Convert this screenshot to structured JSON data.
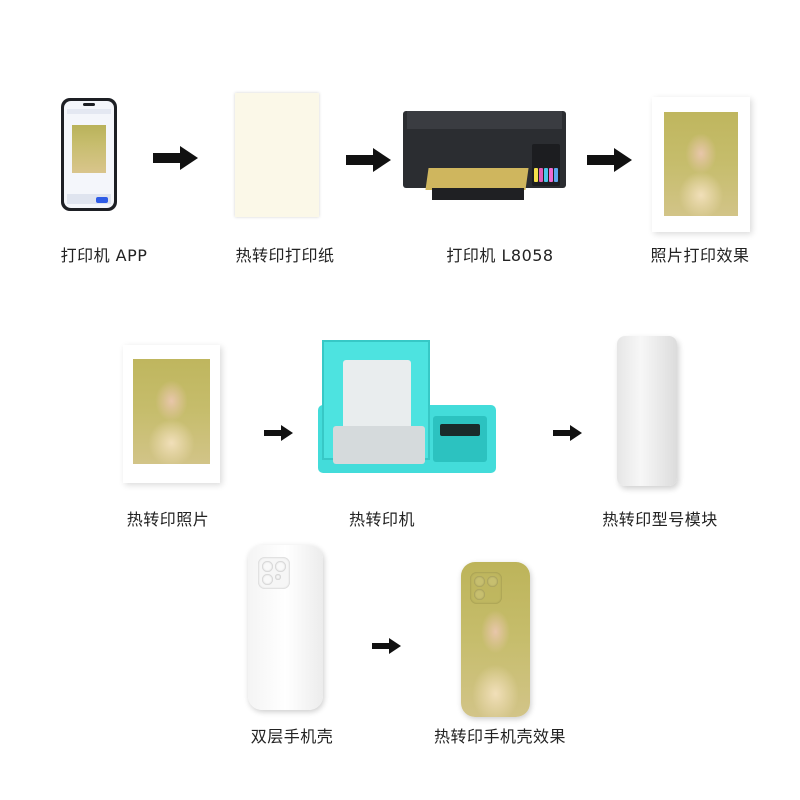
{
  "steps": {
    "row1": [
      {
        "label": "打印机 APP",
        "icon": "phone-app"
      },
      {
        "label": "热转印打印纸",
        "icon": "transfer-paper"
      },
      {
        "label": "打印机 L8058",
        "icon": "printer"
      },
      {
        "label": "照片打印效果",
        "icon": "printed-photo"
      }
    ],
    "row2": [
      {
        "label": "热转印照片",
        "icon": "transfer-photo"
      },
      {
        "label": "热转印机",
        "icon": "heat-press-machine"
      },
      {
        "label": "热转印型号模块",
        "icon": "mold-module"
      }
    ],
    "row3": [
      {
        "label": "双层手机壳",
        "icon": "blank-phone-case"
      },
      {
        "label": "热转印手机壳效果",
        "icon": "printed-phone-case"
      }
    ]
  },
  "colors": {
    "arrow": "#111111",
    "machine": "#43dcda",
    "photo_bg": "#c6bd6c"
  }
}
